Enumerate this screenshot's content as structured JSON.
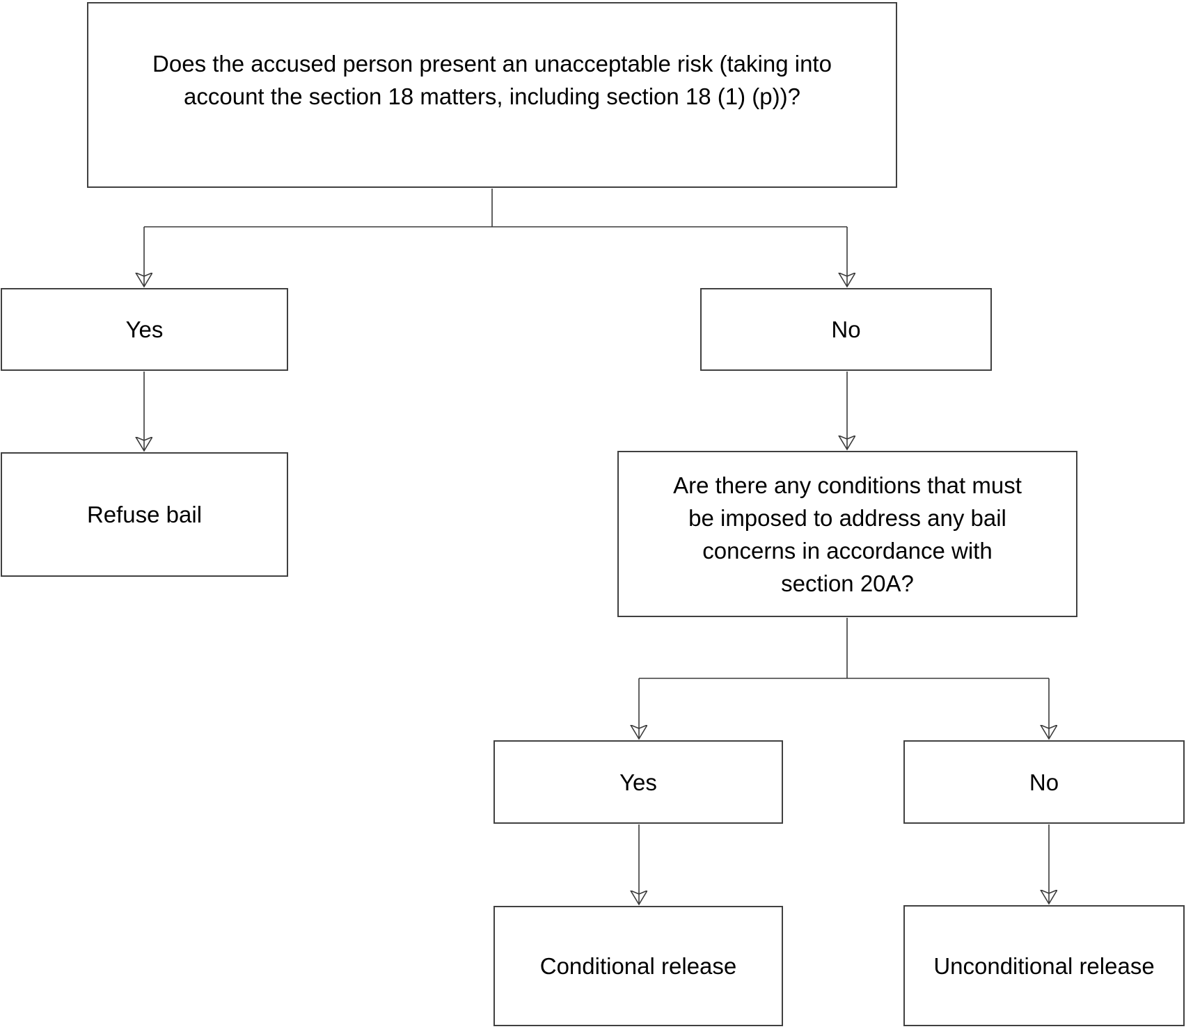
{
  "diagram": {
    "type": "flowchart",
    "colors": {
      "background": "#ffffff",
      "box_border": "#404040",
      "line": "#3a3a3a",
      "arrowhead": "#3a3a3a",
      "text": "#000000"
    },
    "nodes": {
      "q1": {
        "label": "Does the accused person present an unacceptable risk (taking into account the section 18 matters, including section 18 (1) (p))?",
        "lines": [
          "Does the accused person present an unacceptable risk (taking into",
          "account the section 18 matters, including section 18 (1) (p))?"
        ]
      },
      "yes1": {
        "label": "Yes"
      },
      "no1": {
        "label": "No"
      },
      "refuse": {
        "label": "Refuse bail"
      },
      "q2": {
        "label": "Are there any conditions that must be imposed to address any bail concerns in accordance with section 20A?",
        "lines": [
          "Are there any conditions that must",
          "be imposed to address any bail",
          "concerns in accordance with",
          "section 20A?"
        ]
      },
      "yes2": {
        "label": "Yes"
      },
      "no2": {
        "label": "No"
      },
      "conditional": {
        "label": "Conditional release"
      },
      "unconditional": {
        "label": "Unconditional release"
      }
    },
    "edges": [
      {
        "from": "q1",
        "to": "yes1"
      },
      {
        "from": "q1",
        "to": "no1"
      },
      {
        "from": "yes1",
        "to": "refuse"
      },
      {
        "from": "no1",
        "to": "q2"
      },
      {
        "from": "q2",
        "to": "yes2"
      },
      {
        "from": "q2",
        "to": "no2"
      },
      {
        "from": "yes2",
        "to": "conditional"
      },
      {
        "from": "no2",
        "to": "unconditional"
      }
    ]
  }
}
